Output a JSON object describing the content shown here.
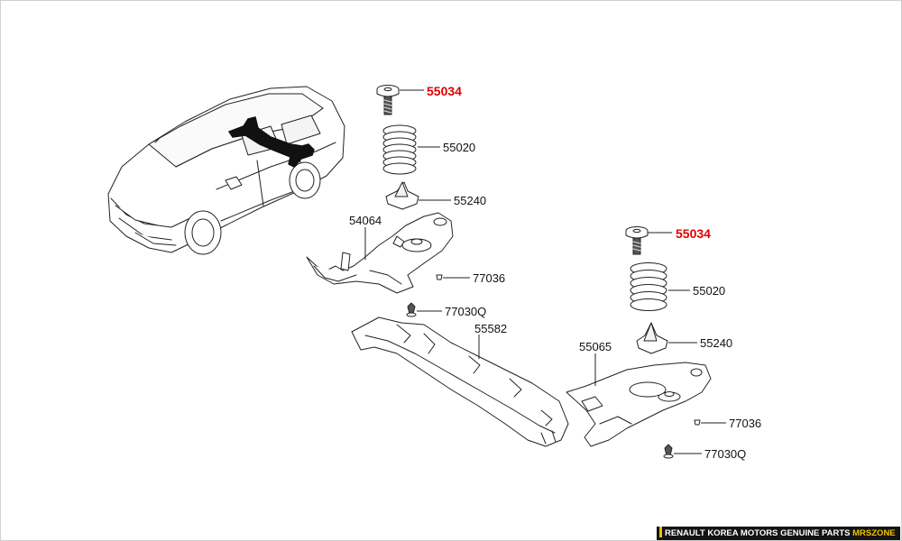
{
  "labels": {
    "p55034_a": "55034",
    "p55020_a": "55020",
    "p55240_a": "55240",
    "p54064": "54064",
    "p77036_a": "77036",
    "p77030q_a": "77030Q",
    "p55582": "55582",
    "p55034_b": "55034",
    "p55020_b": "55020",
    "p55065": "55065",
    "p55240_b": "55240",
    "p77036_b": "77036",
    "p77030q_b": "77030Q"
  },
  "highlight_color": "#e00000",
  "footer": {
    "text": "RENAULT KOREA MOTORS GENUINE PARTS",
    "brand": "MRSZONE"
  }
}
